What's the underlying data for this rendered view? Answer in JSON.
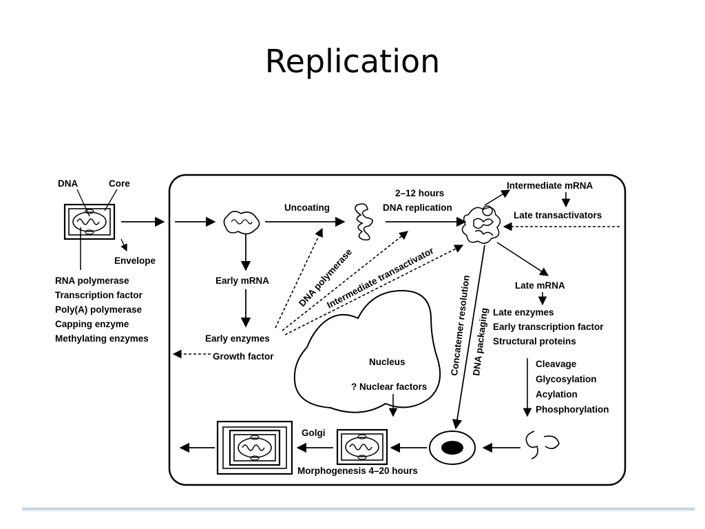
{
  "slide": {
    "title": "Replication"
  },
  "labels": {
    "dna": "DNA",
    "core": "Core",
    "envelope": "Envelope",
    "rna_polymerase": "RNA polymerase",
    "transcription_factor": "Transcription factor",
    "poly_a_polymerase": "Poly(A) polymerase",
    "capping_enzyme": "Capping enzyme",
    "methylating_enzymes": "Methylating enzymes",
    "uncoating": "Uncoating",
    "hours_2_12": "2–12 hours",
    "dna_replication": "DNA replication",
    "intermediate_mrna": "Intermediate mRNA",
    "late_transactivators": "Late transactivators",
    "early_mrna": "Early mRNA",
    "early_enzymes": "Early enzymes",
    "growth_factor": "Growth factor",
    "dna_polymerase": "DNA polymerase",
    "intermediate_transactivator": "Intermediate transactivator",
    "concatemer_resolution": "Concatemer resolution",
    "dna_packaging": "DNA packaging",
    "late_mrna": "Late mRNA",
    "late_enzymes": "Late  enzymes",
    "early_transcription_factor": "Early transcription factor",
    "structural_proteins": "Structural proteins",
    "nucleus": "Nucleus",
    "nuclear_factors": "? Nuclear factors",
    "cleavage": "Cleavage",
    "glycosylation": "Glycosylation",
    "acylation": "Acylation",
    "phosphorylation": "Phosphorylation",
    "golgi": "Golgi",
    "morphogenesis": "Morphogenesis 4–20 hours"
  }
}
